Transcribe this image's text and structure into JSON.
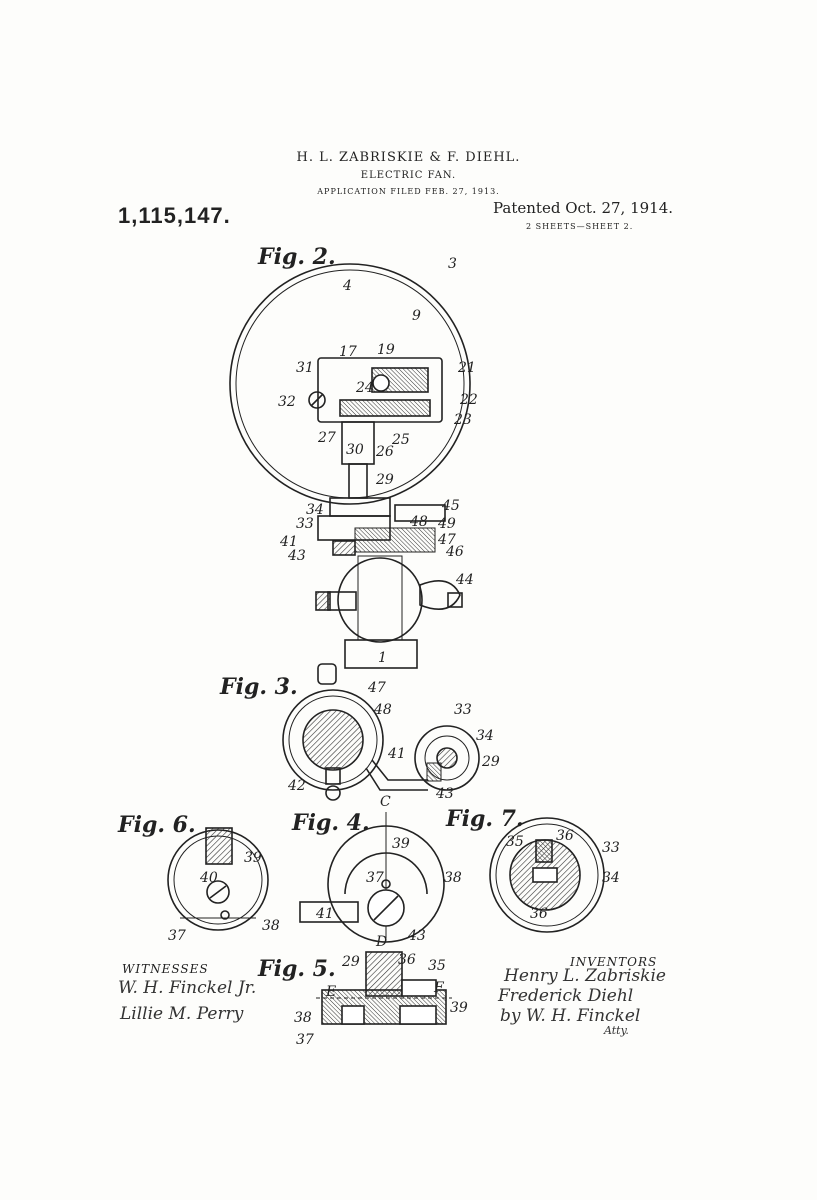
{
  "header": {
    "inventors": "H. L. ZABRISKIE & F. DIEHL.",
    "title": "ELECTRIC FAN.",
    "filed": "APPLICATION FILED FEB. 27, 1913.",
    "patent_number": "1,115,147.",
    "patented": "Patented Oct. 27, 1914.",
    "sheets": "2 SHEETS—SHEET 2."
  },
  "figures": {
    "fig2": "Fig. 2.",
    "fig3": "Fig. 3.",
    "fig4": "Fig. 4.",
    "fig5": "Fig. 5.",
    "fig6": "Fig. 6.",
    "fig7": "Fig. 7."
  },
  "reference_numerals": {
    "fig2": [
      "3",
      "4",
      "9",
      "17",
      "19",
      "21",
      "22",
      "23",
      "24",
      "25",
      "26",
      "27",
      "29",
      "30",
      "31",
      "32",
      "33",
      "34",
      "41",
      "43",
      "44",
      "45",
      "46",
      "47",
      "48",
      "49",
      "1"
    ],
    "fig3": [
      "47",
      "48",
      "33",
      "34",
      "41",
      "29",
      "42",
      "43"
    ],
    "fig4": [
      "C",
      "39",
      "37",
      "38",
      "41",
      "43",
      "D"
    ],
    "fig5": [
      "29",
      "36",
      "35",
      "E",
      "F",
      "38",
      "39",
      "37"
    ],
    "fig6": [
      "39",
      "40",
      "37",
      "38"
    ],
    "fig7": [
      "35",
      "36",
      "33",
      "34",
      "36"
    ]
  },
  "footer": {
    "witnesses_label": "WITNESSES",
    "witness_1": "W. H. Finckel Jr.",
    "witness_2": "Lillie M. Perry",
    "inventor_label": "INVENTORS",
    "inventor_1": "Henry L. Zabriskie",
    "inventor_2": "Frederick Diehl",
    "attorney": "by W. H. Finckel",
    "attorney_suffix": "Atty."
  }
}
